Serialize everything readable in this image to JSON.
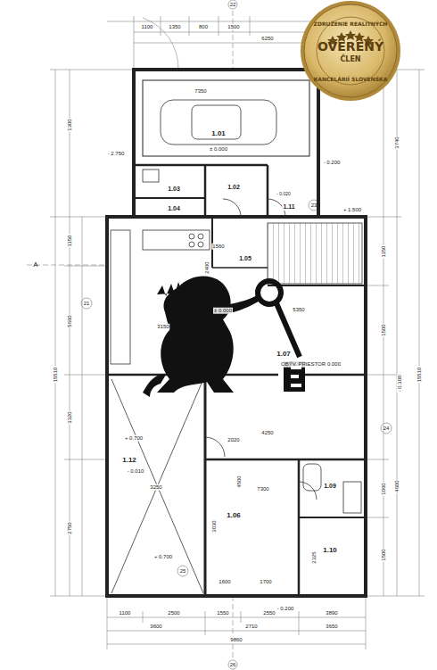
{
  "diagram": {
    "nodes": [
      {
        "text": [
          "ZDRUŽENIE REALITNÝCH",
          "OVERENÝ",
          "ČLEN",
          "KANCELÁRIÍ SLOVENSKA"
        ]
      }
    ],
    "labels": [
      "1100",
      "1350",
      "800",
      "1500",
      "6250",
      "1100",
      "2500",
      "1550",
      "2550",
      "3890",
      "3600",
      "2710",
      "3650",
      "9860",
      "15510",
      "1300",
      "3320",
      "2750",
      "5660",
      "1150",
      "15510",
      "4600",
      "3740",
      "1500",
      "1150",
      "1060",
      "1500",
      "1.01",
      "1.02",
      "1.03",
      "1.04",
      "1.05",
      "1.06",
      "1.07",
      "1.09",
      "1.10",
      "1.11",
      "1.12",
      "± 0.000",
      "- 2.750",
      "- 0.200",
      "- 0.020",
      "+ 1.500",
      "- 0.300",
      "± 0.000",
      "+ 0.700",
      "- 0.010",
      "+ 0.700",
      "- 0.200",
      "± 0.000",
      "OBÝV. PRIESTOR",
      "A",
      "21",
      "22",
      "23",
      "24",
      "25",
      "26",
      "4250",
      "5350",
      "7350",
      "4500",
      "3250",
      "7300",
      "2400",
      "3150",
      "2020",
      "1600",
      "1700",
      "3030",
      "2325",
      "1560"
    ]
  }
}
